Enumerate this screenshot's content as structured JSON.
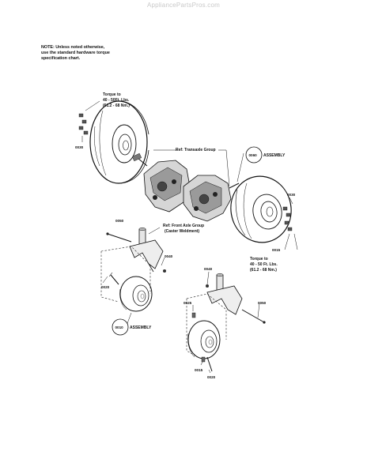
{
  "watermark": "AppliancePartsPros.com",
  "note": {
    "line1": "NOTE: Unless noted otherwise,",
    "line2": "use the standard hardware torque",
    "line3": "specification chart."
  },
  "callouts": {
    "torque_left_1": "Torque to",
    "torque_left_2": "40 - 50Ft. Lbs.",
    "torque_left_3": "(61.2 - 68 Nm.)",
    "torque_right_1": "Torque to",
    "torque_right_2": "40 - 50 Ft. Lbs.",
    "torque_right_3": "(61.2 - 68 Nm.)",
    "ref_transaxle": "Ref: Transaxle Group",
    "ref_front_axle_1": "Ref: Front Axle Group",
    "ref_front_axle_2": "(Caster Weldment)",
    "assembly_word": "ASSEMBLY"
  },
  "parts": {
    "p0030_left": "0030",
    "p0050": "0050",
    "p0030_right": "0030",
    "p0015_right": "0015",
    "p0060": "0060",
    "p0040_left": "0040",
    "p0020_left": "0020",
    "p0010": "0010",
    "p0040_right": "0040",
    "p0025": "0025",
    "p0050_right": "0050",
    "p0015_bottom": "0015",
    "p0020_bottom": "0020"
  }
}
